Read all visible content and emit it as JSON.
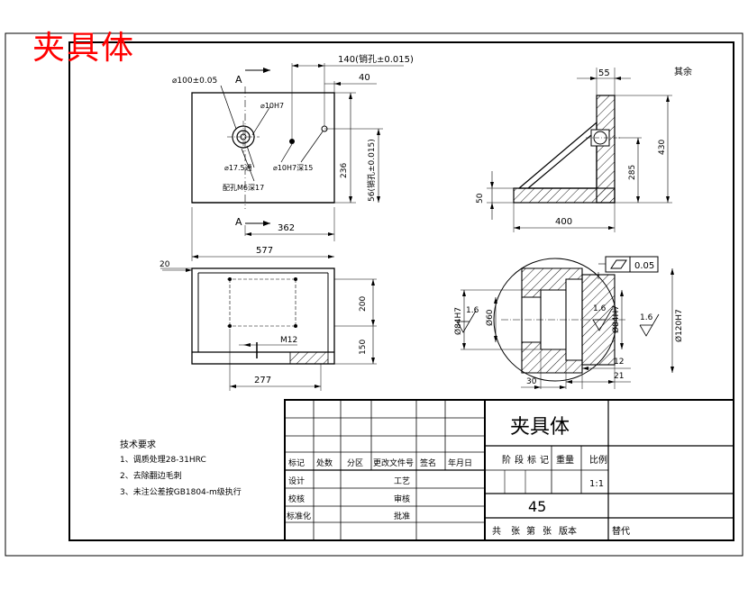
{
  "page": {
    "title": "夹具体"
  },
  "views": {
    "top": {
      "dim_dia100": "⌀100±0.05",
      "dim_140": "140(销孔±0.015)",
      "dim_40": "40",
      "section_mark_a": "A",
      "dia10h7": "⌀10H7",
      "dia17_5": "⌀17.5通",
      "dia10h7_15": "⌀10H7深15",
      "mount_note": "配孔M6深17",
      "dim_236": "236",
      "dim_56": "56(销孔±0.015)",
      "dim_362": "362",
      "dim_577": "577"
    },
    "front": {
      "dim_20": "20",
      "dim_200": "200",
      "dim_150": "150",
      "m12": "M12",
      "dim_277": "277"
    },
    "side": {
      "rest_label": "其余",
      "dim_55": "55",
      "dim_430": "430",
      "dim_285": "285",
      "dim_50": "50",
      "dim_400": "400"
    },
    "section": {
      "flatness": "0.05",
      "dim_phi84": "Ø84H7",
      "dim_phi60": "Ø60",
      "dim_phi84_r": "Ø84H7",
      "dim_phi120": "Ø120H7",
      "rough_l": "1.6",
      "rough_c": "1.6",
      "rough_r": "1.6",
      "dim_12": "12",
      "dim_21": "21",
      "dim_30": "30"
    }
  },
  "notes": {
    "title": "技术要求",
    "items": [
      "1、调质处理28-31HRC",
      "2、去除翻边毛刺",
      "3、未注公差按GB1804-m级执行"
    ]
  },
  "title_block": {
    "part_name": "夹具体",
    "material": "45",
    "scale_value": "1:1",
    "stage_headers": [
      "阶",
      "段",
      "标",
      "记",
      "重量",
      "比例"
    ],
    "rev_headers": [
      "标记",
      "处数",
      "分区",
      "更改文件号",
      "签名",
      "年月日"
    ],
    "role_design": "设计",
    "role_check": "校核",
    "role_standard": "标准化",
    "role_process": "工艺",
    "role_review": "审核",
    "role_approve": "批准",
    "sheet_labels": [
      "共",
      "张",
      "第",
      "张"
    ],
    "version": "版本",
    "replace": "替代"
  }
}
